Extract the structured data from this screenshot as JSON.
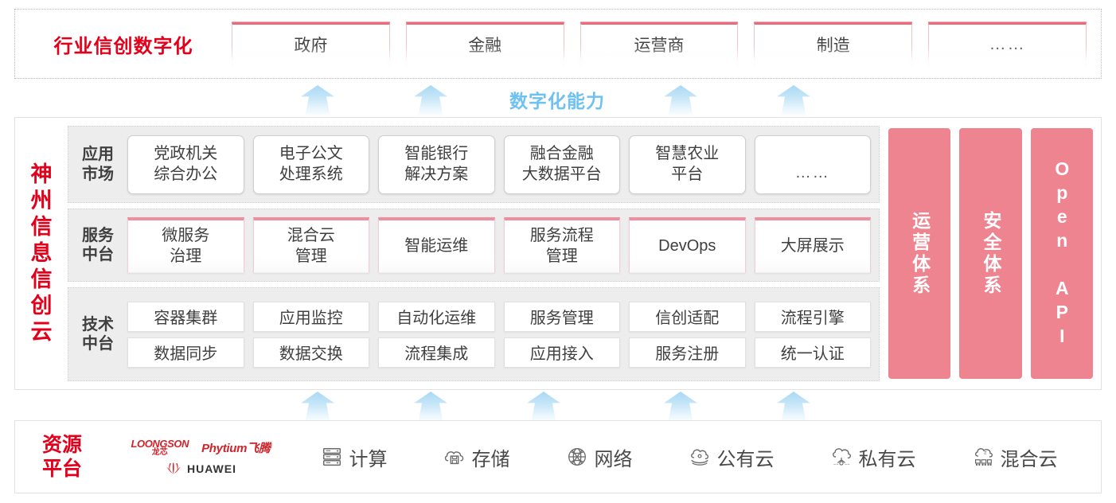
{
  "industry": {
    "title": "行业信创数字化",
    "boxes": [
      {
        "label": "政府"
      },
      {
        "label": "金融"
      },
      {
        "label": "运营商"
      },
      {
        "label": "制造"
      },
      {
        "label": "……"
      }
    ]
  },
  "capability": {
    "label": "数字化能力",
    "arrow_color": "#a8d8f5",
    "arrow_count_top": 4,
    "arrow_count_bottom": 5
  },
  "cloud": {
    "title": "神州信息信创云",
    "title_color": "#e3001b",
    "layers": [
      {
        "name": "app-market",
        "label": "应用市场",
        "cards": [
          "党政机关\n综合办公",
          "电子公文\n处理系统",
          "智能银行\n解决方案",
          "融合金融\n大数据平台",
          "智慧农业\n平台",
          "……"
        ]
      },
      {
        "name": "service-platform",
        "label": "服务中台",
        "cards": [
          "微服务\n治理",
          "混合云\n管理",
          "智能运维",
          "服务流程\n管理",
          "DevOps",
          "大屏展示"
        ]
      },
      {
        "name": "tech-platform",
        "label": "技术中台",
        "row1": [
          "容器集群",
          "应用监控",
          "自动化运维",
          "服务管理",
          "信创适配",
          "流程引擎"
        ],
        "row2": [
          "数据同步",
          "数据交换",
          "流程集成",
          "应用接入",
          "服务注册",
          "统一认证"
        ]
      }
    ],
    "pillars": [
      {
        "label": "运营体系",
        "type": "cjk"
      },
      {
        "label": "安全体系",
        "type": "cjk"
      },
      {
        "label": "Open API",
        "type": "latin"
      }
    ],
    "pillar_color": "#ee8490"
  },
  "resource": {
    "title": "资源平台",
    "title_color": "#e3001b",
    "vendors": [
      {
        "name": "loongson",
        "en": "LOONGSON",
        "cn": "龙芯"
      },
      {
        "name": "phytium",
        "label": "Phytium飞腾"
      },
      {
        "name": "huawei",
        "label": "HUAWEI"
      }
    ],
    "items": [
      {
        "icon": "server-icon",
        "label": "计算"
      },
      {
        "icon": "cloud-storage-icon",
        "label": "存储"
      },
      {
        "icon": "network-globe-icon",
        "label": "网络"
      },
      {
        "icon": "public-cloud-icon",
        "label": "公有云"
      },
      {
        "icon": "private-cloud-icon",
        "label": "私有云"
      },
      {
        "icon": "hybrid-cloud-icon",
        "label": "混合云"
      }
    ]
  }
}
